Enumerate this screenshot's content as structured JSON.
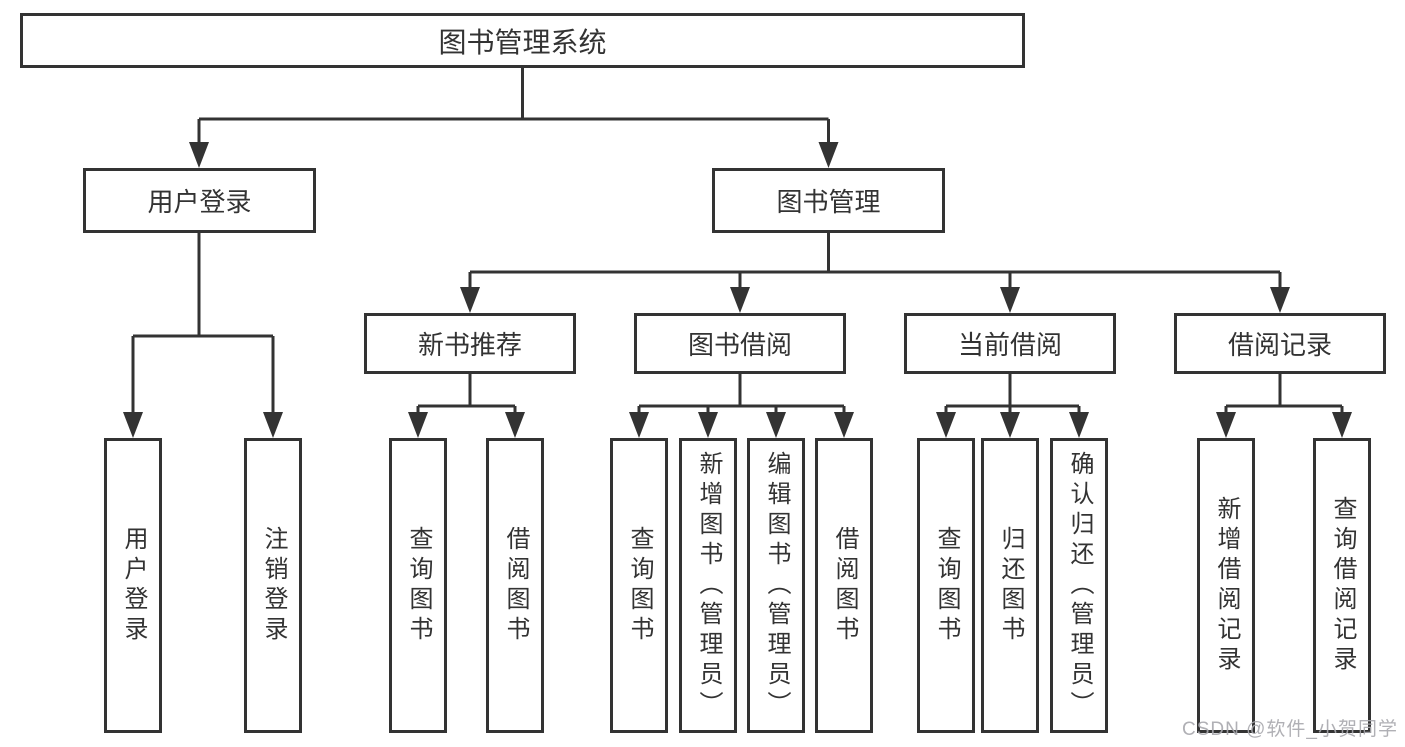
{
  "diagram": {
    "root": {
      "label": "图书管理系统",
      "children": [
        {
          "label": "用户登录",
          "children": [
            {
              "label": "用户登录"
            },
            {
              "label": "注销登录"
            }
          ]
        },
        {
          "label": "图书管理",
          "children": [
            {
              "label": "新书推荐",
              "children": [
                {
                  "label": "查询图书"
                },
                {
                  "label": "借阅图书"
                }
              ]
            },
            {
              "label": "图书借阅",
              "children": [
                {
                  "label": "查询图书"
                },
                {
                  "label": "新增图书（管理员）"
                },
                {
                  "label": "编辑图书（管理员）"
                },
                {
                  "label": "借阅图书"
                }
              ]
            },
            {
              "label": "当前借阅",
              "children": [
                {
                  "label": "查询图书"
                },
                {
                  "label": "归还图书"
                },
                {
                  "label": "确认归还（管理员）"
                }
              ]
            },
            {
              "label": "借阅记录",
              "children": [
                {
                  "label": "新增借阅记录"
                },
                {
                  "label": "查询借阅记录"
                }
              ]
            }
          ]
        }
      ]
    }
  },
  "watermark": {
    "text": "CSDN @软件_小贺同学",
    "color": "#a8a8ad"
  },
  "colors": {
    "line": "#333333",
    "text": "#333333",
    "box_fill": "#ffffff",
    "background": "#ffffff"
  }
}
